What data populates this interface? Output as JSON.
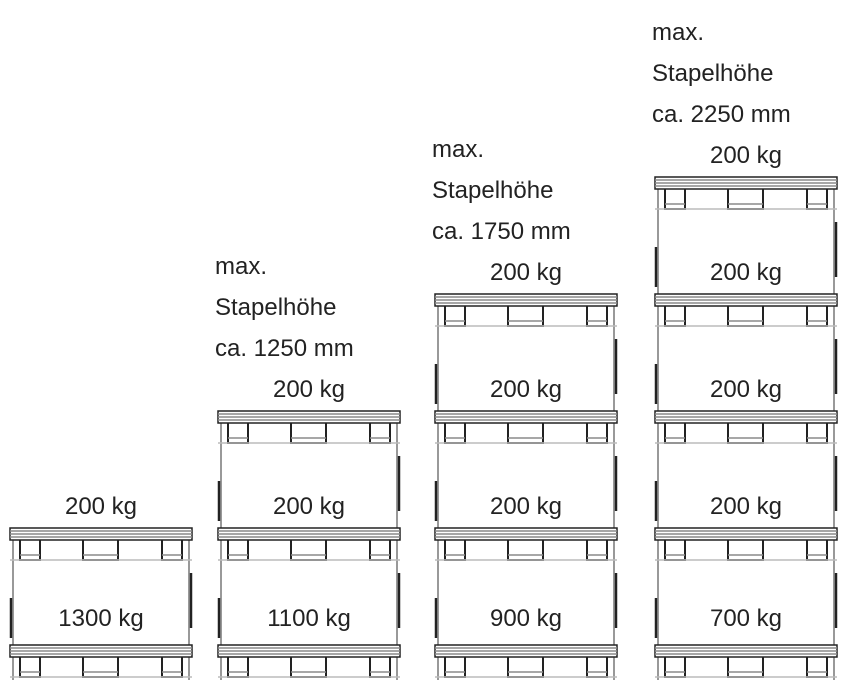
{
  "stacks": [
    {
      "heading": [],
      "loads": [
        "200 kg",
        "1300 kg"
      ]
    },
    {
      "heading": [
        "max.",
        "Stapelhöhe",
        "ca. 1250 mm"
      ],
      "loads": [
        "200 kg",
        "200 kg",
        "1100 kg"
      ]
    },
    {
      "heading": [
        "max.",
        "Stapelhöhe",
        "ca. 1750 mm"
      ],
      "loads": [
        "200 kg",
        "200 kg",
        "200 kg",
        "900 kg"
      ]
    },
    {
      "heading": [
        "max.",
        "Stapelhöhe",
        "ca. 2250 mm"
      ],
      "loads": [
        "200 kg",
        "200 kg",
        "200 kg",
        "200 kg",
        "700 kg"
      ]
    }
  ],
  "colors": {
    "line": "#222222",
    "deck": "#8a8a8a",
    "text": "#222222"
  }
}
